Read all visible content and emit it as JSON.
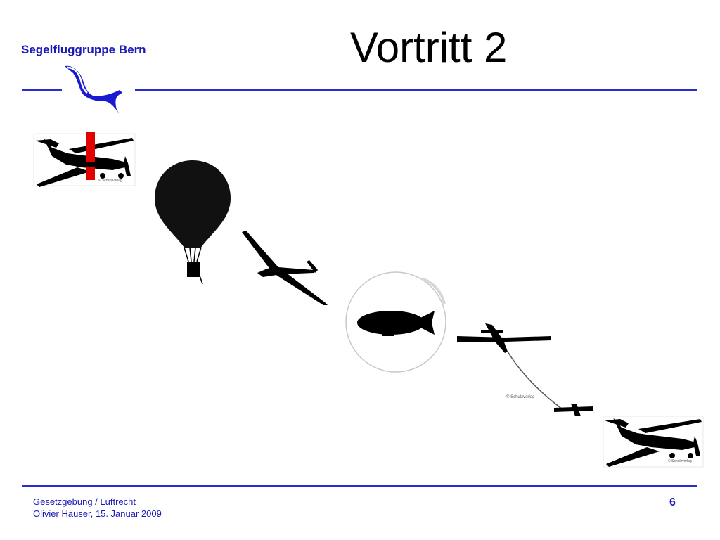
{
  "header": {
    "brand": "Segelfluggruppe Bern",
    "title": "Vortritt 2"
  },
  "footer": {
    "line1": "Gesetzgebung / Luftrecht",
    "line2": "Olivier Hauser, 15. Januar 2009",
    "page_number": "6"
  },
  "illustration": {
    "warning_mark": "!",
    "icons": [
      "motor-plane-icon",
      "hot-air-balloon-icon",
      "glider-icon",
      "airship-icon",
      "glider-towing-icon",
      "motor-plane-icon"
    ],
    "colors": {
      "accent": "#2a2ad0",
      "warning": "#e00000",
      "silhouette": "#000000"
    }
  }
}
